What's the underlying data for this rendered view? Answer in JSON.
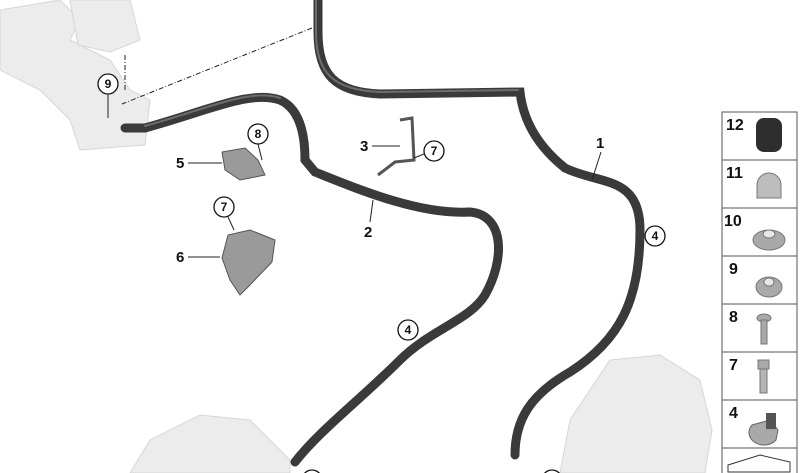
{
  "diagram": {
    "callouts_plain": [
      "1",
      "2",
      "3",
      "5",
      "6"
    ],
    "callouts_circled": [
      "9",
      "8",
      "7",
      "7",
      "4",
      "4"
    ],
    "parts_panel": [
      {
        "number": "12",
        "icon": "cap-icon"
      },
      {
        "number": "11",
        "icon": "acorn-nut-icon"
      },
      {
        "number": "10",
        "icon": "flange-nut-icon"
      },
      {
        "number": "9",
        "icon": "hex-nut-icon"
      },
      {
        "number": "8",
        "icon": "self-tapping-screw-icon"
      },
      {
        "number": "7",
        "icon": "hex-bolt-icon"
      },
      {
        "number": "4",
        "icon": "cable-clip-icon"
      },
      {
        "number": "",
        "icon": "bracket-plate-icon"
      }
    ],
    "colors": {
      "cable": "#3a3a3a",
      "ghost_parts": "#ececec",
      "panel_border": "#555555"
    }
  }
}
